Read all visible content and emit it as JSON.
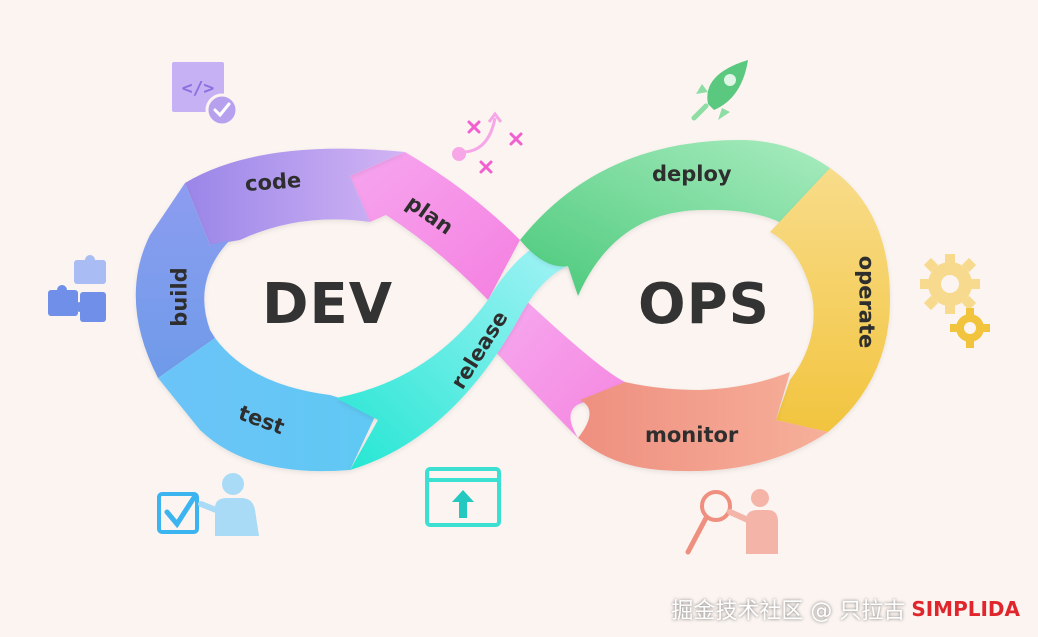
{
  "diagram": {
    "center_left": "DEV",
    "center_right": "OPS",
    "stages": {
      "code": "code",
      "plan": "plan",
      "build": "build",
      "test": "test",
      "release": "release",
      "deploy": "deploy",
      "operate": "operate",
      "monitor": "monitor"
    }
  },
  "watermark": {
    "text": "掘金技术社区 @ 只拉古",
    "logo": "SIMPLIDA"
  },
  "colors": {
    "background": "#fbf4f0",
    "code": "#b99af0",
    "plan": "#f88fe6",
    "build": "#7f9ef2",
    "test": "#6fd3f6",
    "release": "#7eeef0",
    "deploy": "#6fd99a",
    "operate": "#f5cf5e",
    "monitor": "#f39583"
  },
  "icons": [
    "code-check-icon",
    "strategy-plan-icon",
    "puzzle-icon",
    "test-checkbox-person-icon",
    "upload-window-icon",
    "rocket-icon",
    "gears-icon",
    "magnifier-person-icon"
  ]
}
